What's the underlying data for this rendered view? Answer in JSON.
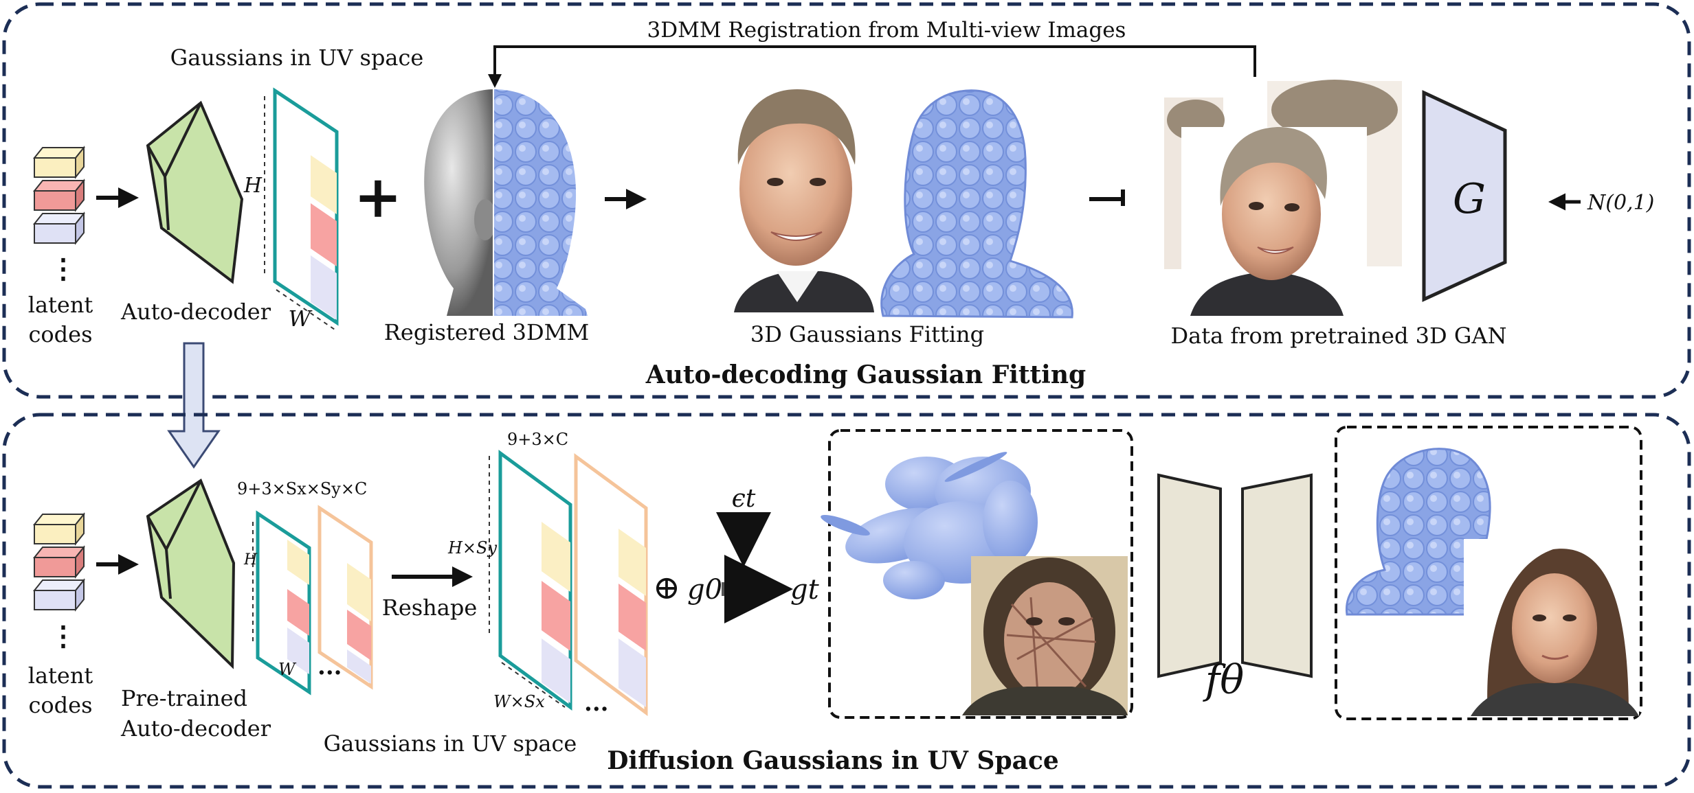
{
  "colors": {
    "frame": "#1c2e55",
    "decoder": "#c8e3a9",
    "decoder_stroke": "#222222",
    "teal": "#1a9c9a",
    "peach": "#f5c49a",
    "slot_yellow": "#fbefc4",
    "slot_red": "#f7a3a2",
    "slot_lavender": "#e3e3f6",
    "gaussian_blue": "#8ea8e6",
    "generator": "#dcdff2",
    "unet": "#e9e5d6",
    "down_arrow": "#dde3f3"
  },
  "top": {
    "registration_label": "3DMM Registration from Multi-view Images",
    "uv_title": "Gaussians in UV space",
    "latent_label": [
      "latent",
      "codes"
    ],
    "decoder_label": "Auto-decoder",
    "dim_h": "H",
    "dim_w": "W",
    "plus": "+",
    "registered_label": "Registered 3DMM",
    "fitting_label": "3D Gaussians Fitting",
    "gan_data_label": "Data from pretrained 3D GAN",
    "generator_label": "G",
    "noise_label": "N(0,1)",
    "section_title": "Auto-decoding Gaussian Fitting",
    "ellipsis": "⋮"
  },
  "bottom": {
    "latent_label": [
      "latent",
      "codes"
    ],
    "decoder_label": [
      "Pre-trained",
      "Auto-decoder"
    ],
    "channel_expr": "9+3×Sx×Sy×C",
    "dim_h": "H",
    "dim_w": "W",
    "dots": "...",
    "reshape_label": "Reshape",
    "channel_expr2": "9+3×C",
    "dim_hs": "H×Sy",
    "dim_ws": "W×Sx",
    "uv_label": "Gaussians in UV space",
    "noise_symbol": "ϵt",
    "oplus": "⊕",
    "g0": "g0",
    "gt": "gt",
    "denoiser": "fθ",
    "section_title": "Diffusion Gaussians in UV Space",
    "ellipsis": "⋮"
  },
  "icons": [
    "latent-code-cube-icon",
    "face-photo-icon",
    "gaussian-blob-icon",
    "registered-3dmm-icon"
  ]
}
